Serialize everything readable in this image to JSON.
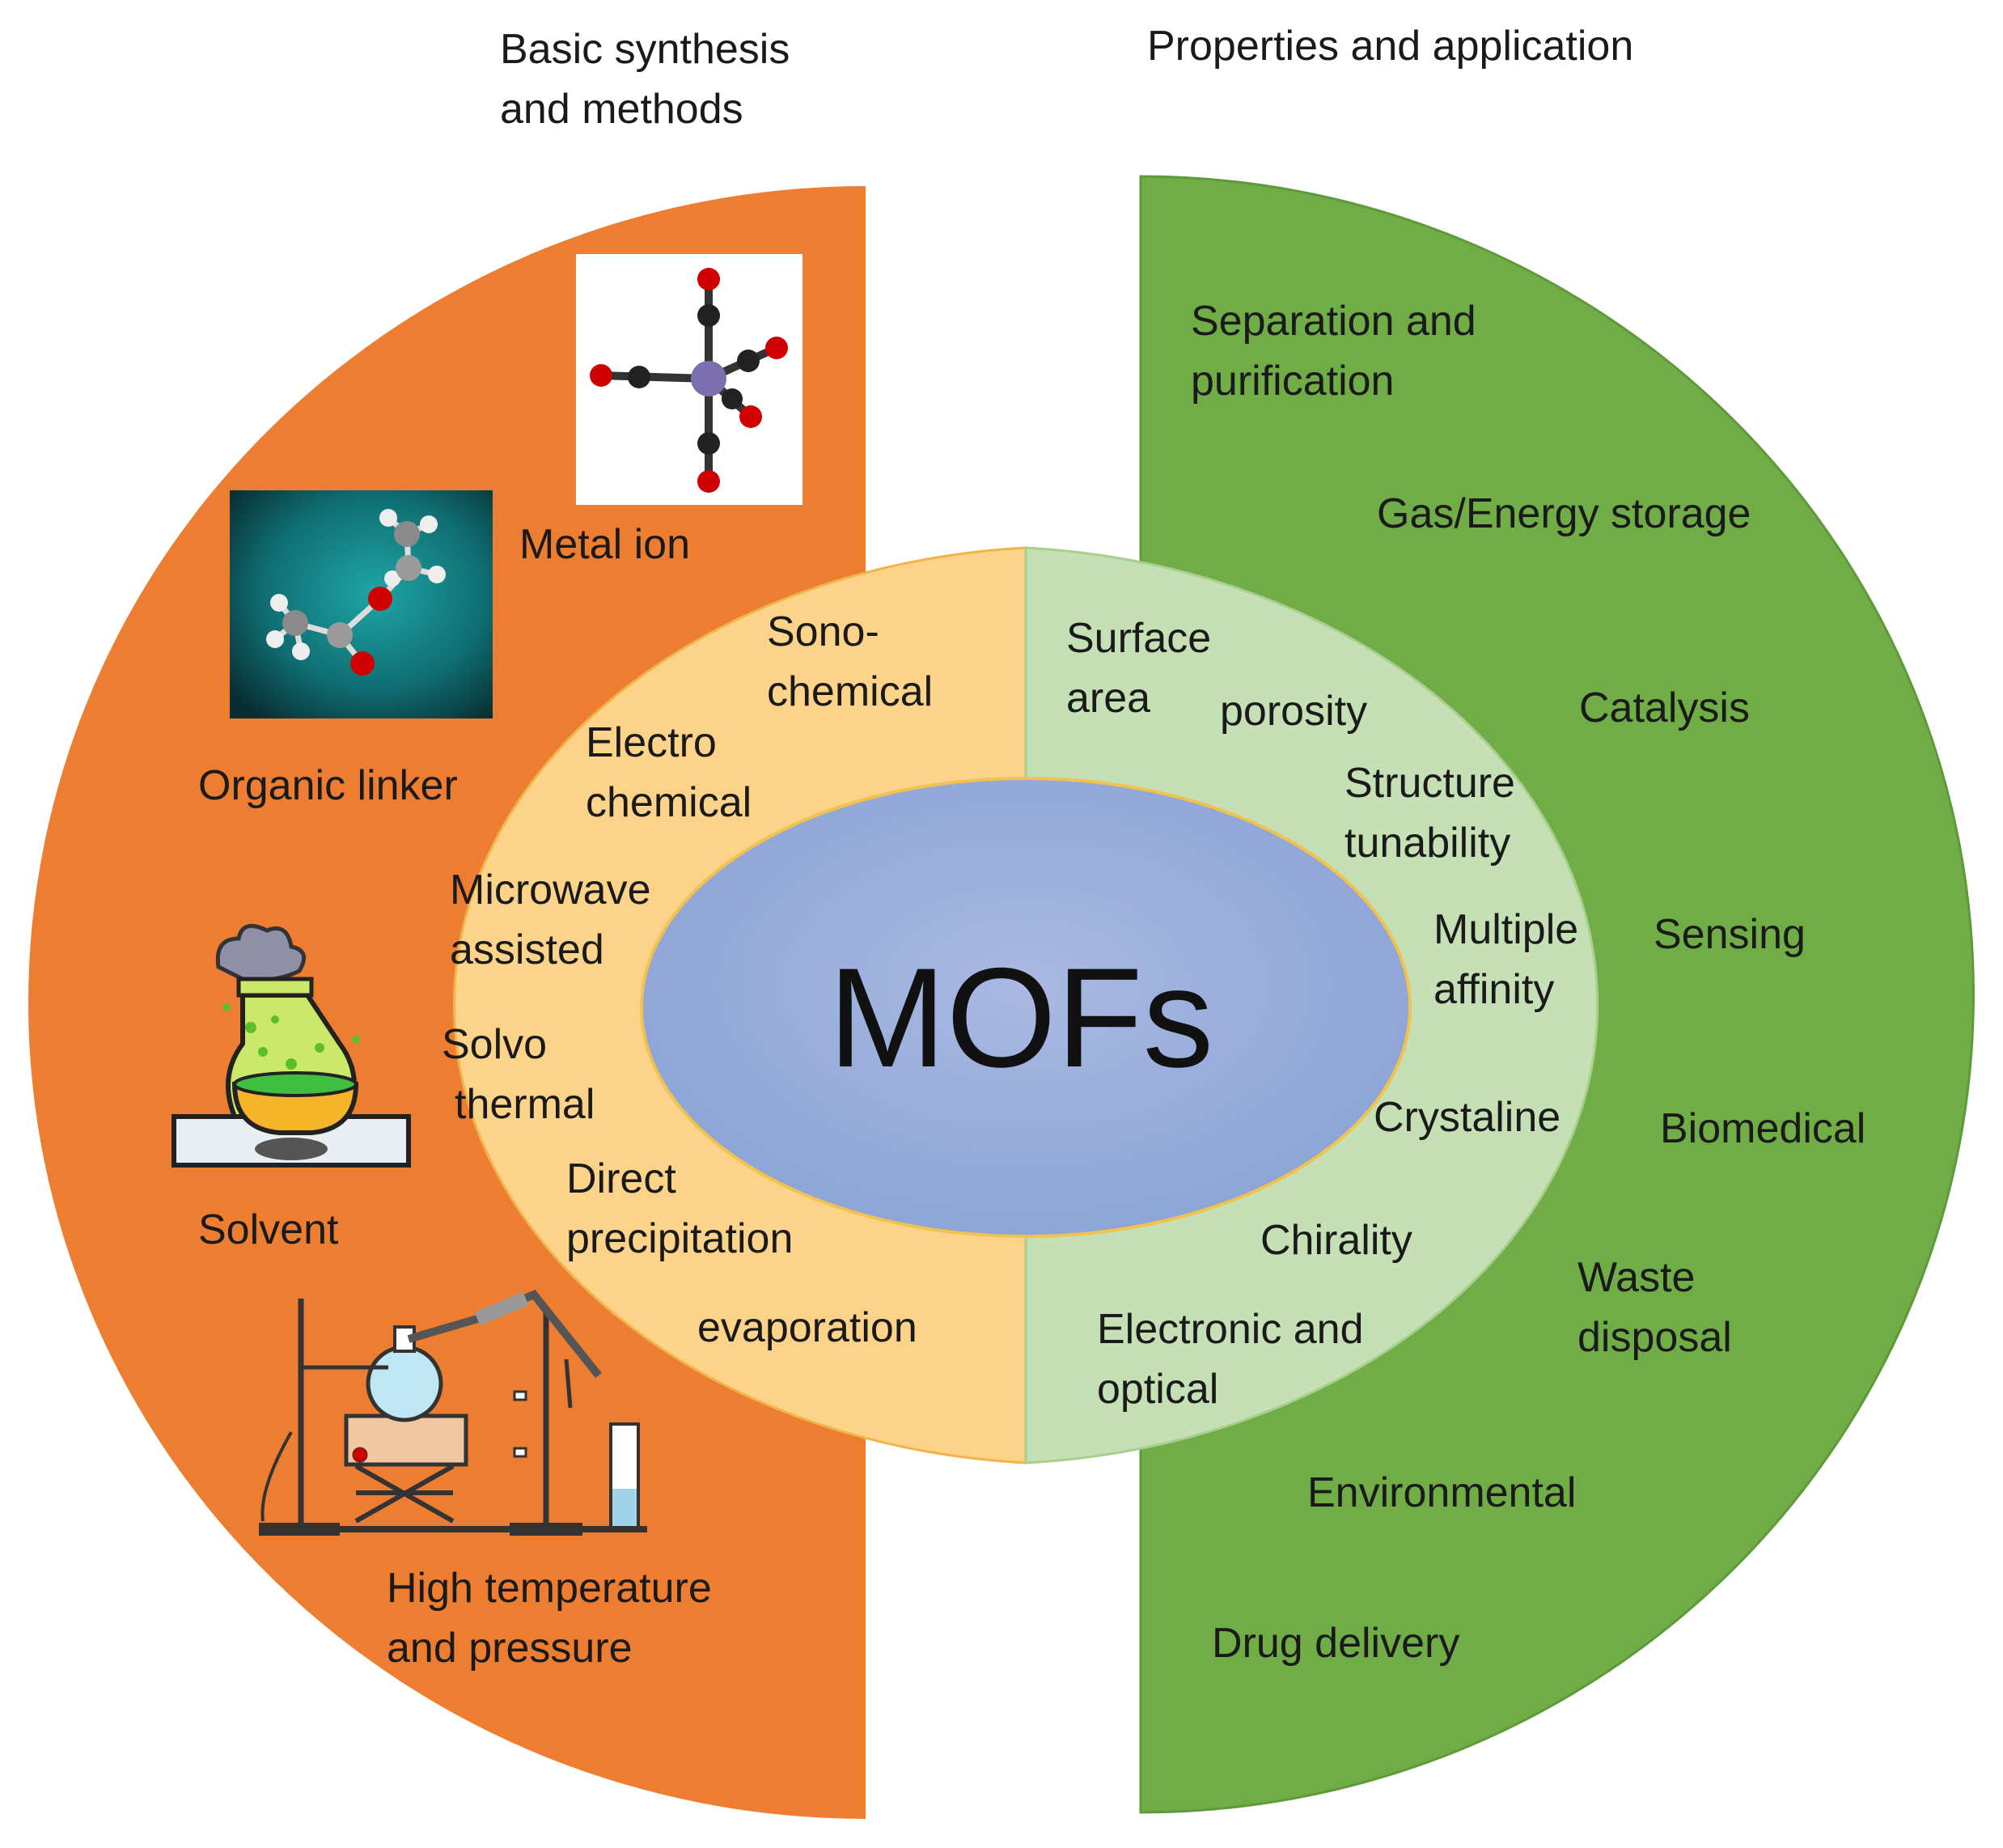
{
  "headers": {
    "left": [
      "Basic synthesis",
      "and methods"
    ],
    "right": "Properties and application"
  },
  "center": {
    "label": "MOFs"
  },
  "synthesis_components": {
    "metal_ion": "Metal ion",
    "organic_linker": "Organic linker",
    "solvent": "Solvent",
    "high_temp": [
      "High temperature",
      "and pressure"
    ]
  },
  "synthesis_methods": {
    "sonochemical": [
      "Sono-",
      "chemical"
    ],
    "electrochemical": [
      "Electro",
      "chemical"
    ],
    "microwave": [
      "Microwave",
      "assisted"
    ],
    "solvothermal": [
      "Solvo",
      "thermal"
    ],
    "direct_precipitation": [
      "Direct",
      "precipitation"
    ],
    "evaporation": "evaporation"
  },
  "properties": {
    "surface_area": [
      "Surface",
      "area"
    ],
    "porosity": "porosity",
    "structure_tunability": [
      "Structure",
      "tunability"
    ],
    "multiple_affinity": [
      "Multiple",
      "affinity"
    ],
    "crystaline": "Crystaline",
    "chirality": "Chirality",
    "electronic_optical": [
      "Electronic and",
      "optical"
    ]
  },
  "applications": {
    "separation": [
      "Separation and",
      "purification"
    ],
    "gas_storage": "Gas/Energy storage",
    "catalysis": "Catalysis",
    "sensing": "Sensing",
    "biomedical": "Biomedical",
    "waste": [
      "Waste",
      "disposal"
    ],
    "environmental": "Environmental",
    "drug_delivery": "Drug delivery"
  },
  "colors": {
    "left_outer": "#ED7D31",
    "left_inner": "#FDD38A",
    "right_outer": "#70AD47",
    "right_inner": "#C5E0B4",
    "center": "#8FA8D8",
    "oxygen": "#D00000",
    "metal": "#7B6FB0",
    "carbon": "#222222",
    "hydrogen": "#E6E6E6"
  },
  "icons": [
    "metal-ion-molecule-icon",
    "organic-linker-molecule-icon",
    "solvent-flask-icon",
    "reflux-apparatus-icon"
  ]
}
